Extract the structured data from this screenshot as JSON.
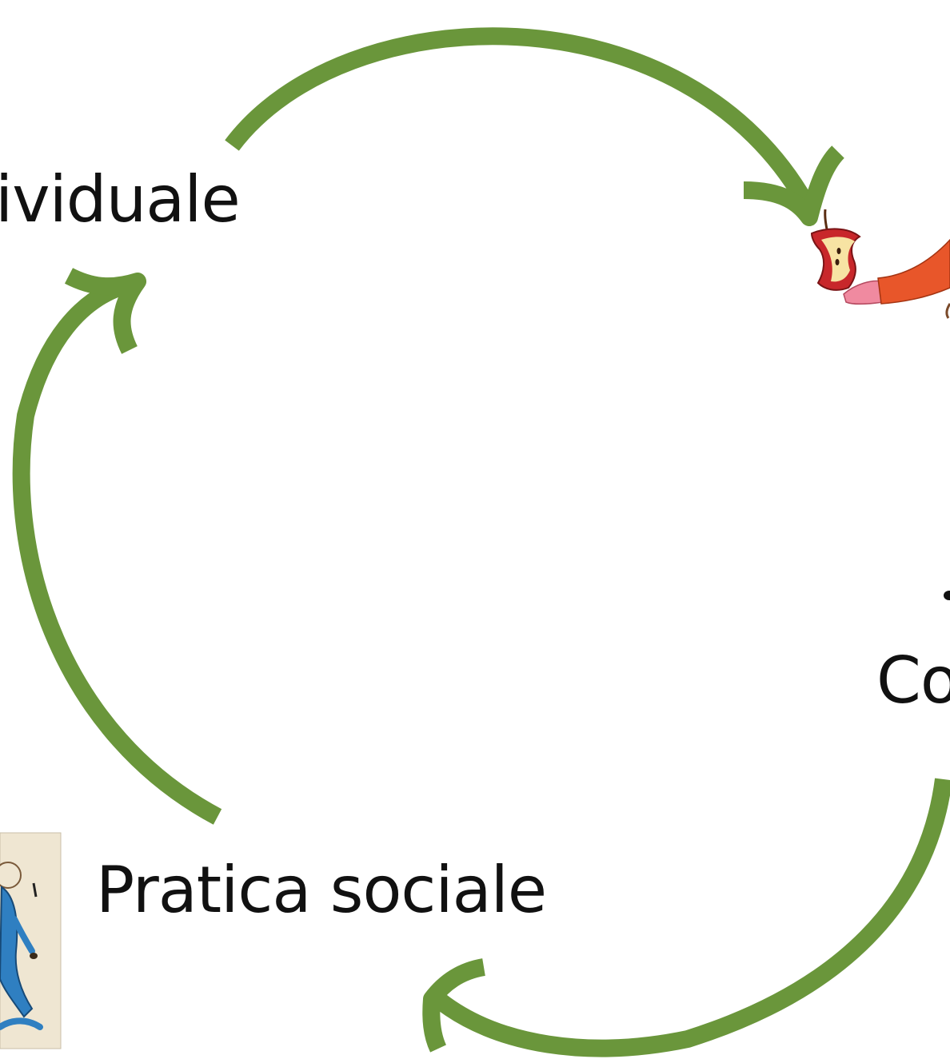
{
  "diagram": {
    "labels": {
      "top_left": "ividuale",
      "right": "Co",
      "bottom": "Pratica sociale"
    },
    "colors": {
      "arrow": "#6a963b",
      "text": "#111111",
      "apple_skin": "#c8272b",
      "apple_flesh": "#f7e3a3",
      "sleeve": "#e8562a",
      "hand": "#f08aa0",
      "card": "#efe6d2",
      "figure": "#2f7fc1"
    },
    "icons": [
      "apple-core-icon",
      "walking-figure-icon",
      "cycle-arrow-icon"
    ]
  }
}
